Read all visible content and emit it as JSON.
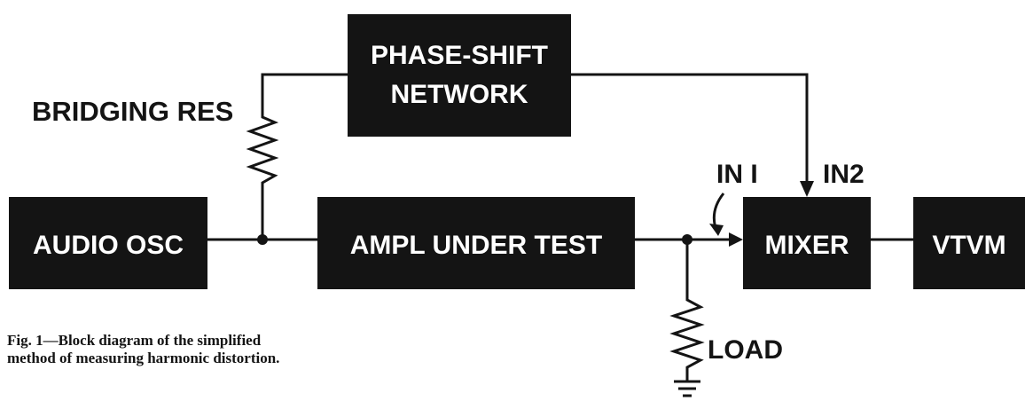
{
  "blocks": {
    "audio_osc": "AUDIO OSC",
    "phase_shift_line1": "PHASE-SHIFT",
    "phase_shift_line2": "NETWORK",
    "ampl_under_test": "AMPL UNDER TEST",
    "mixer": "MIXER",
    "vtvm": "VTVM"
  },
  "labels": {
    "bridging_res": "BRIDGING RES",
    "in1": "IN I",
    "in2": "IN2",
    "load": "LOAD"
  },
  "caption": {
    "line1": "Fig. 1—Block diagram of the simplified",
    "line2": "method of measuring harmonic distortion."
  }
}
